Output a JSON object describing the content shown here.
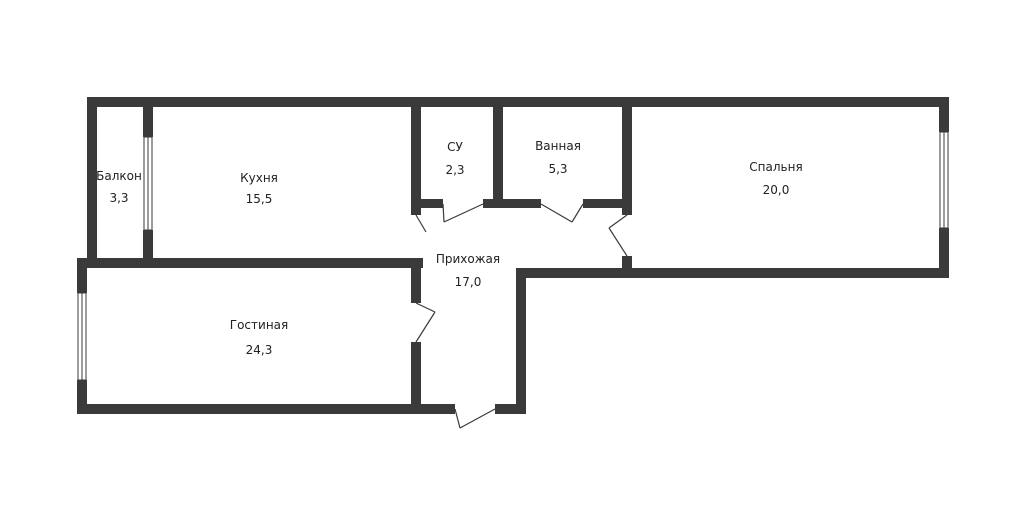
{
  "colors": {
    "wall": "#3a3a3a",
    "background": "#ffffff",
    "text": "#222222"
  },
  "rooms": [
    {
      "id": "balcony",
      "name": "Балкон",
      "area": "3,3"
    },
    {
      "id": "kitchen",
      "name": "Кухня",
      "area": "15,5"
    },
    {
      "id": "wc",
      "name": "СУ",
      "area": "2,3"
    },
    {
      "id": "bathroom",
      "name": "Ванная",
      "area": "5,3"
    },
    {
      "id": "bedroom",
      "name": "Спальня",
      "area": "20,0"
    },
    {
      "id": "hallway",
      "name": "Прихожая",
      "area": "17,0"
    },
    {
      "id": "living",
      "name": "Гостиная",
      "area": "24,3"
    }
  ]
}
